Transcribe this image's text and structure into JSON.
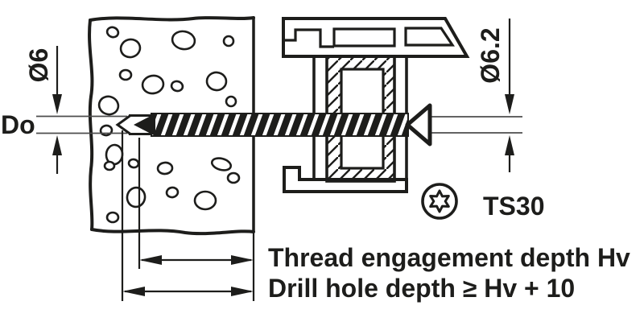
{
  "diagram": {
    "title_context": "screw-installation-cross-section",
    "labels": {
      "hole_diameter_left": "Ø6",
      "axis_label": "Do",
      "hole_diameter_right": "Ø6.2",
      "drive_size": "TS30",
      "note_line1": "Thread engagement depth Hv",
      "note_line2": "Drill hole depth ≥ Hv + 10"
    },
    "icons": {
      "torx_icon": "torx-star-ts30"
    },
    "colors": {
      "line": "#1d1d1b",
      "leader_line": "#4d4d4d",
      "background": "#ffffff"
    }
  }
}
